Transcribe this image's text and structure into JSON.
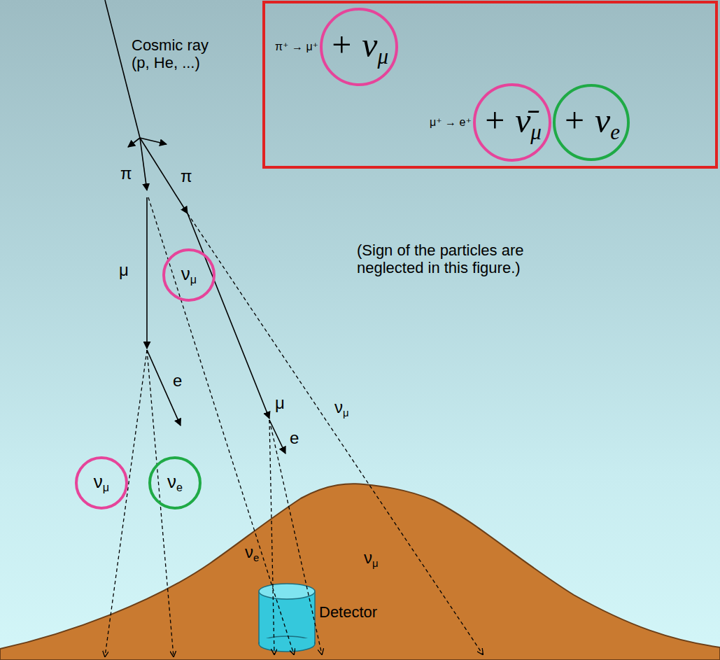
{
  "diagram": {
    "nodes": [
      {
        "text": [
          "π⁺ → μ⁺",
          "μ⁺ → e⁺"
        ]
      },
      {
        "text": [
          "+ νμ"
        ],
        "in": 0
      },
      {
        "text": [
          "+ ν̄μ"
        ],
        "in": 0
      },
      {
        "text": [
          "+ νe"
        ],
        "in": 0
      },
      {
        "text": [
          "νμ"
        ]
      },
      {
        "text": [
          "νμ"
        ]
      },
      {
        "text": [
          "νe"
        ]
      }
    ],
    "labels": [
      "Cosmic ray (p, He, ...)",
      "π",
      "π",
      "(Sign of the particles are neglected in this figure.)",
      "μ",
      "e",
      "μ",
      "νμ",
      "e",
      "νe",
      "νμ",
      "Detector"
    ]
  }
}
